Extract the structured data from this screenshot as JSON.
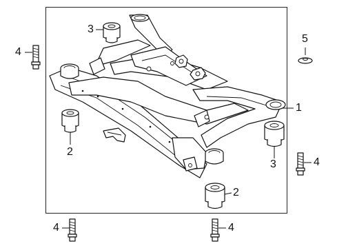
{
  "callouts": {
    "c1": "1",
    "c2a": "2",
    "c2b": "2",
    "c3a": "3",
    "c3b": "3",
    "c4a": "4",
    "c4b": "4",
    "c4c": "4",
    "c4d": "4",
    "c5": "5"
  },
  "icons": {
    "subframe": "rear-subframe-crossmember",
    "bushing": "rubber-bushing",
    "bolt": "hex-flange-bolt",
    "washer": "plug-washer"
  }
}
